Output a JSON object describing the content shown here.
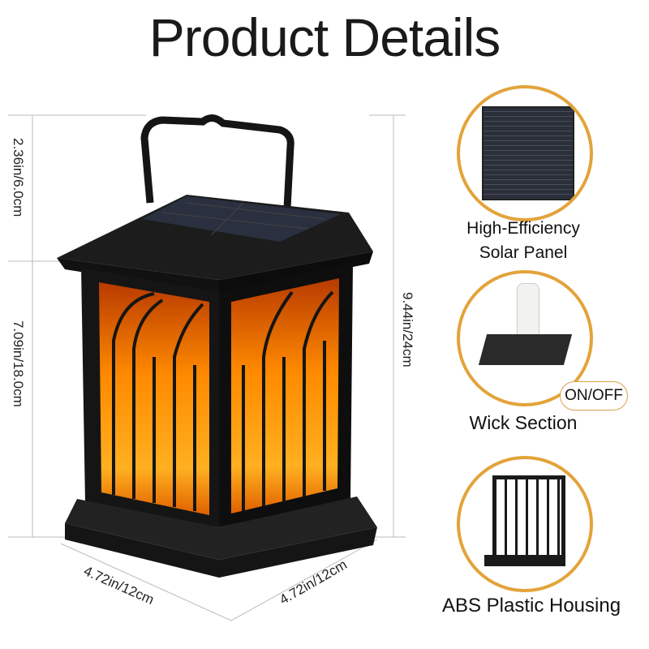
{
  "title": "Product Details",
  "dimensions": {
    "top_height": "2.36in/6.0cm",
    "body_height": "7.09in/18.0cm",
    "total_height": "9.44in/24cm",
    "width_left": "4.72in/12cm",
    "width_right": "4.72in/12cm"
  },
  "features": [
    {
      "label_line1": "High-Efficiency",
      "label_line2": "Solar Panel"
    },
    {
      "label": "Wick Section",
      "callout": "ON/OFF"
    },
    {
      "label": "ABS Plastic Housing"
    }
  ],
  "colors": {
    "accent": "#e3a33a",
    "flame": "#ff8a00",
    "frame": "#151515"
  }
}
